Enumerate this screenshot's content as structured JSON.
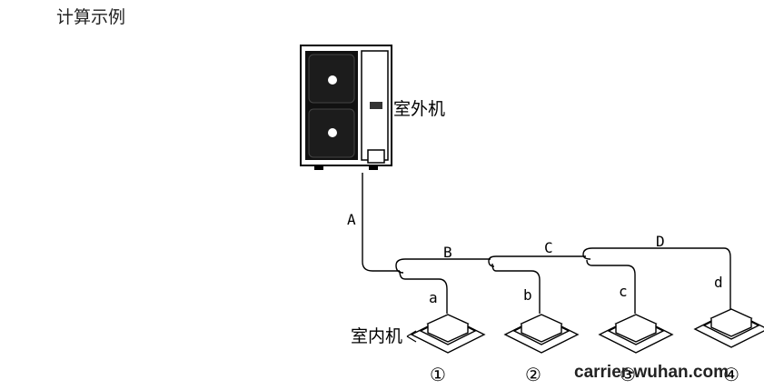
{
  "title": "计算示例",
  "outdoor_label": "室外机",
  "indoor_label": "室内机",
  "main_pipes": [
    "A",
    "B",
    "C",
    "D"
  ],
  "branch_pipes": [
    "a",
    "b",
    "c",
    "d"
  ],
  "unit_numbers": [
    "①",
    "②",
    "③",
    "④"
  ],
  "watermark": "carrier-wuhan.com"
}
